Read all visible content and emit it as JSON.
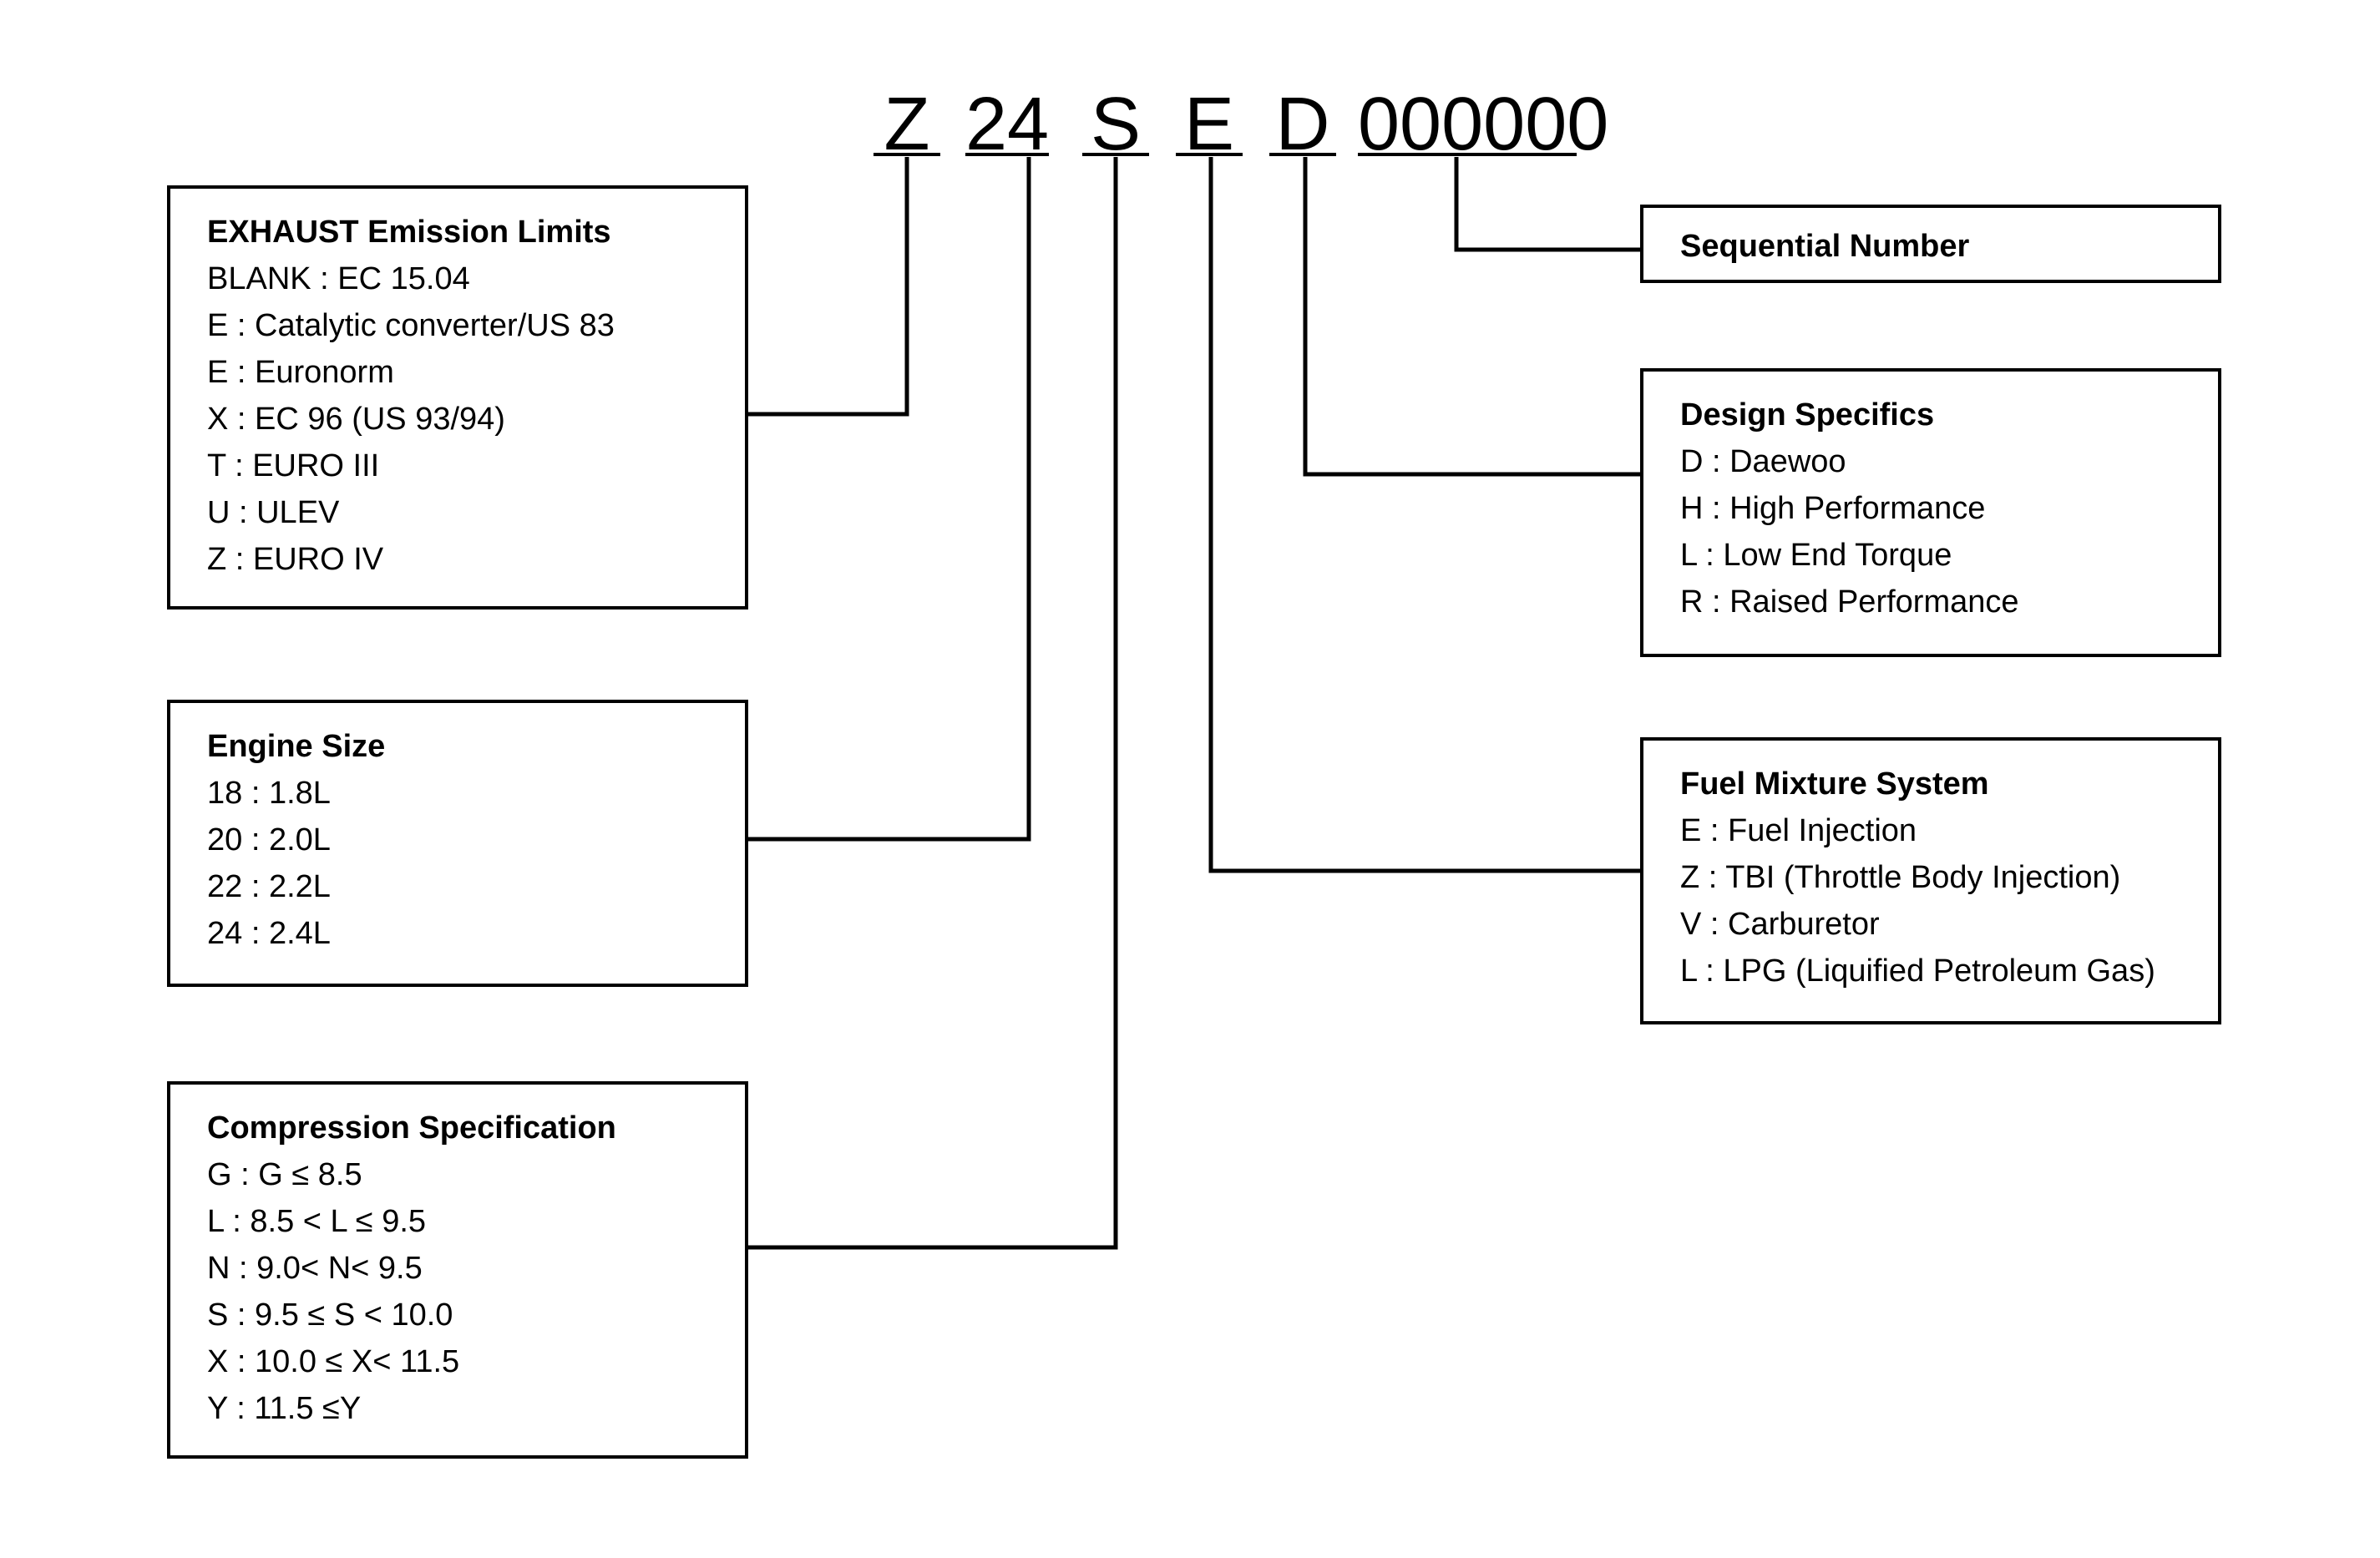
{
  "code": {
    "chars": [
      "Z",
      "24",
      "S",
      "E",
      "D",
      "000000"
    ]
  },
  "boxes": {
    "exhaust": {
      "title": "EXHAUST Emission Limits",
      "items": [
        "BLANK : EC 15.04",
        "E : Catalytic converter/US 83",
        "E : Euronorm",
        "X : EC 96 (US 93/94)",
        "T : EURO III",
        "U : ULEV",
        "Z : EURO IV"
      ]
    },
    "engine_size": {
      "title": "Engine Size",
      "items": [
        "18 : 1.8L",
        "20 : 2.0L",
        "22 : 2.2L",
        "24 : 2.4L"
      ]
    },
    "compression": {
      "title": "Compression Specification",
      "items": [
        "G : G ≤ 8.5",
        "L : 8.5 < L ≤ 9.5",
        "N : 9.0< N< 9.5",
        "S : 9.5 ≤ S < 10.0",
        "X : 10.0 ≤ X< 11.5",
        "Y : 11.5 ≤Y"
      ]
    },
    "sequential": {
      "title": "Sequential Number"
    },
    "design": {
      "title": "Design Specifics",
      "items": [
        "D : Daewoo",
        "H : High Performance",
        "L : Low End Torque",
        "R : Raised Performance"
      ]
    },
    "fuel": {
      "title": "Fuel Mixture System",
      "items": [
        "E : Fuel Injection",
        "Z : TBI (Throttle Body Injection)",
        "V : Carburetor",
        "L : LPG (Liquified Petroleum Gas)"
      ]
    }
  }
}
